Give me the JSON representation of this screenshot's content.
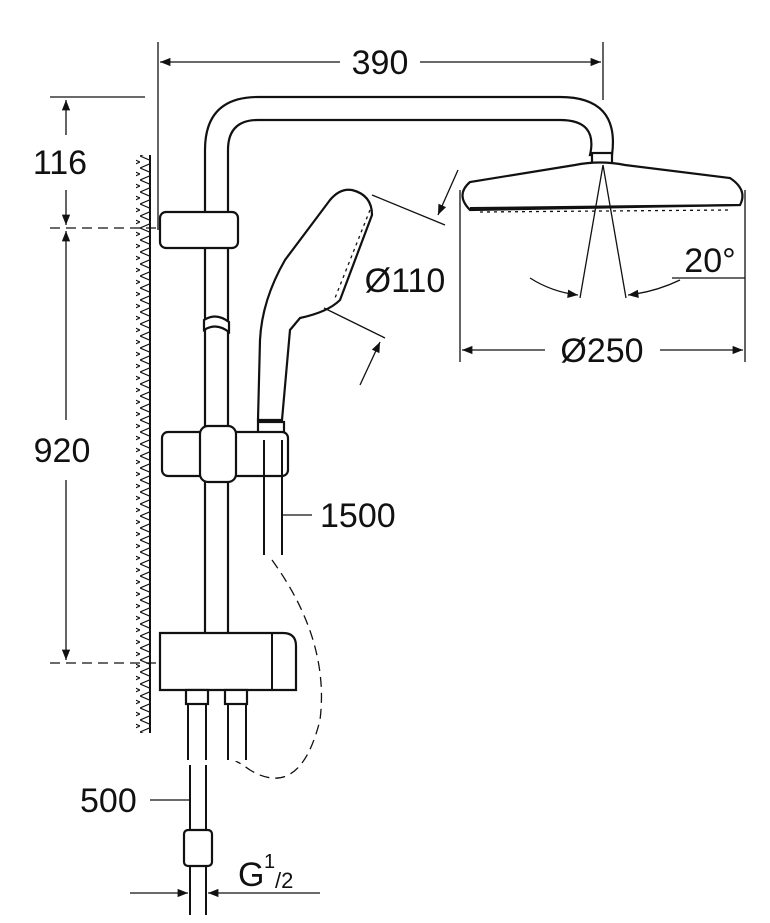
{
  "diagram": {
    "title": "Shower system dimensional drawing",
    "dimensions": {
      "arm_projection": "390",
      "top_offset": "116",
      "rail_height": "920",
      "hand_shower_diameter": "Ø110",
      "head_tilt_angle": "20°",
      "head_shower_diameter": "Ø250",
      "hose_length": "1500",
      "lower_hose_length": "500",
      "connection_thread": "G",
      "connection_thread_num": "1",
      "connection_thread_den": "/2"
    },
    "colors": {
      "line": "#111111",
      "background": "#ffffff"
    }
  }
}
